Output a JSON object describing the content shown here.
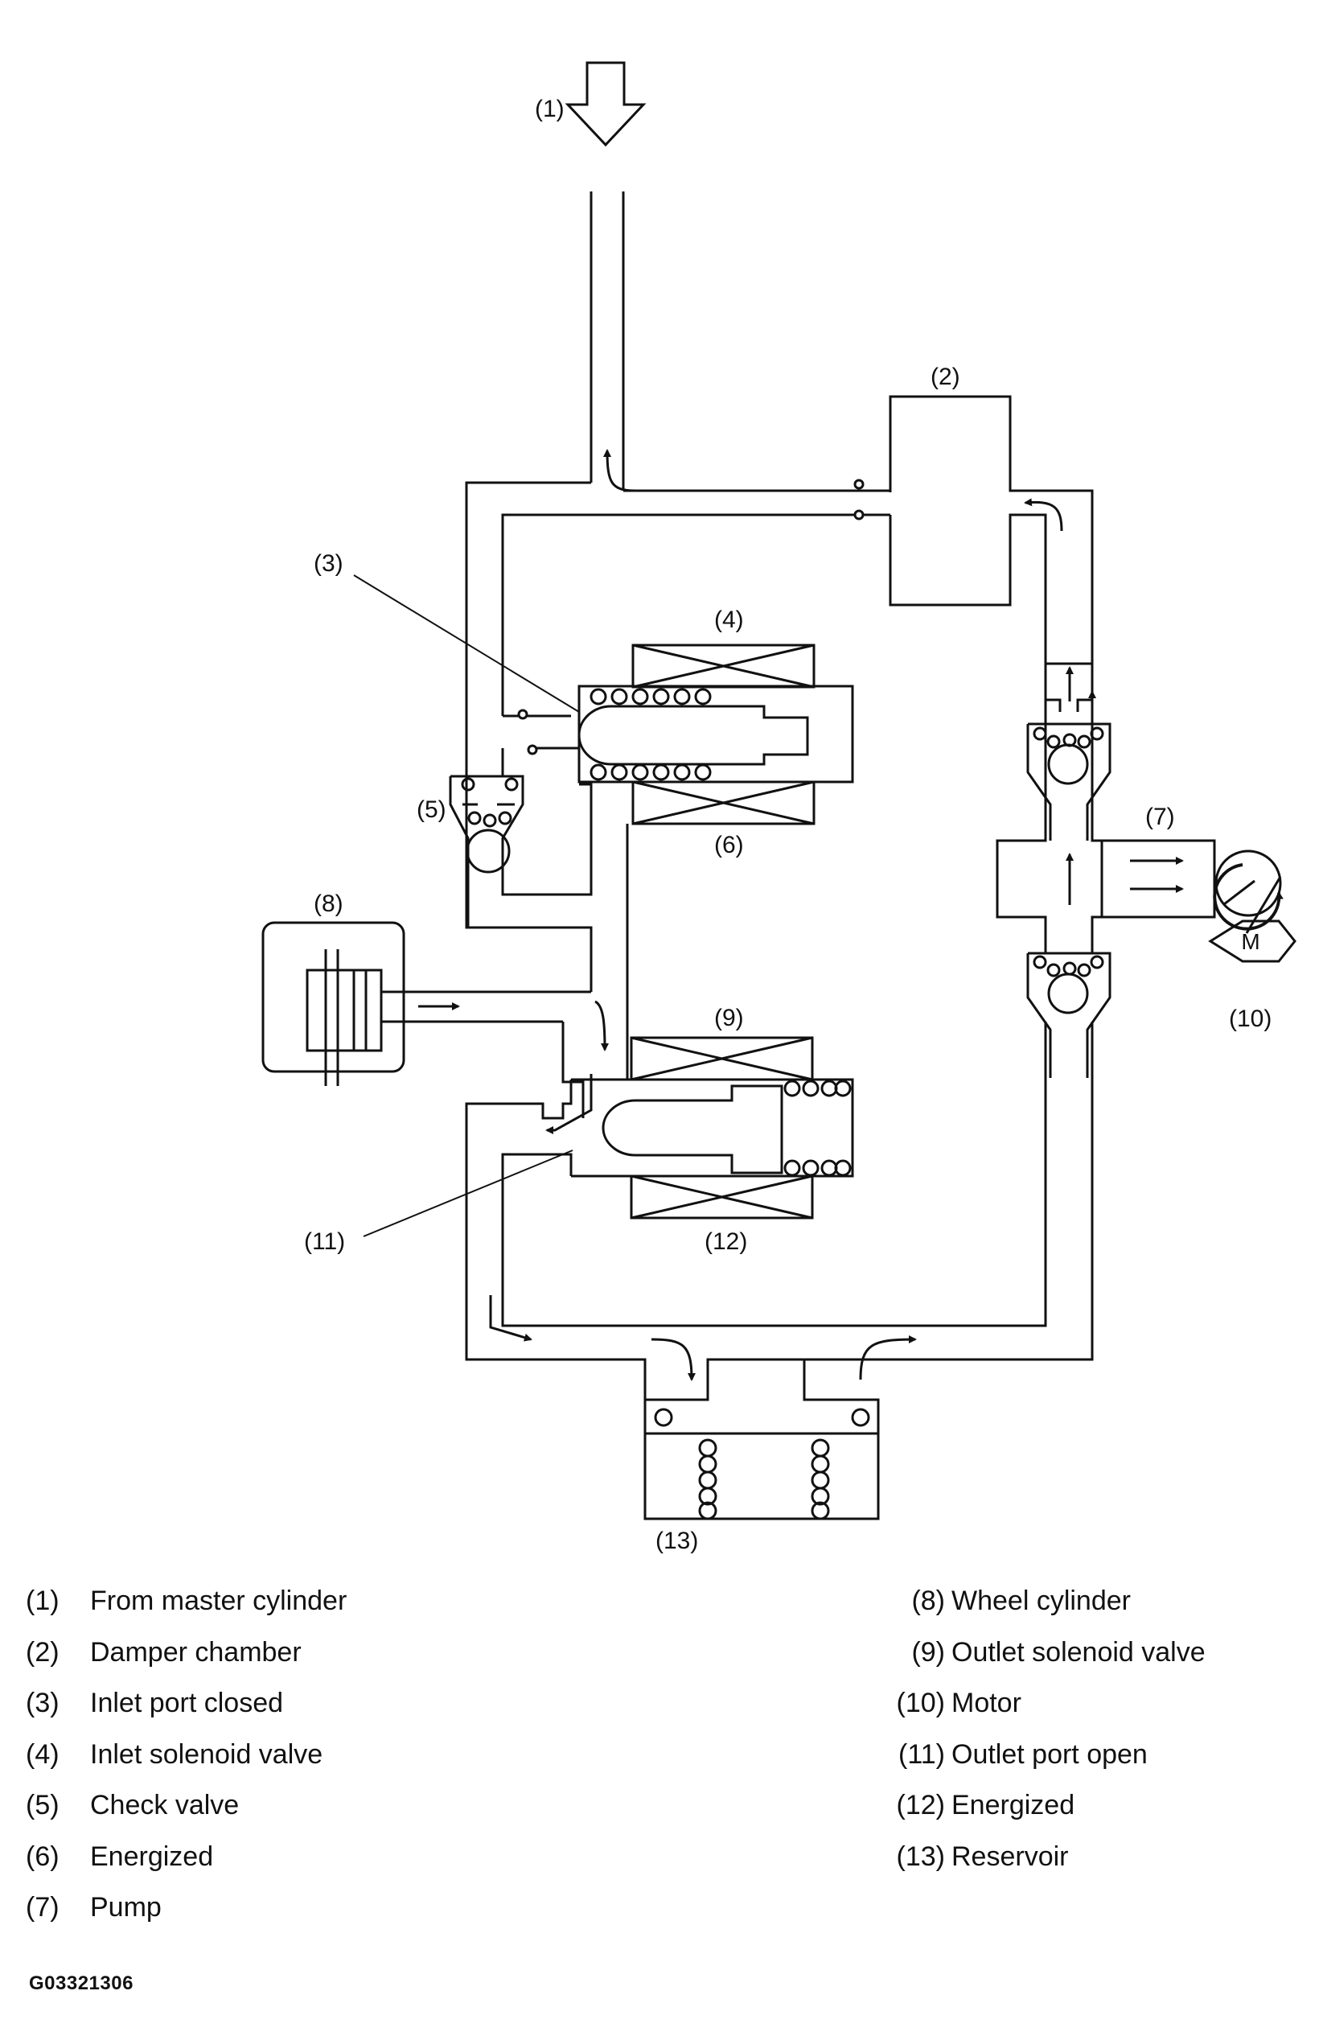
{
  "callouts": {
    "c1": "(1)",
    "c2": "(2)",
    "c3": "(3)",
    "c4": "(4)",
    "c5": "(5)",
    "c6": "(6)",
    "c7": "(7)",
    "c8": "(8)",
    "c9": "(9)",
    "c10": "(10)",
    "c11": "(11)",
    "c12": "(12)",
    "c13": "(13)",
    "motor_letter": "M"
  },
  "legend": {
    "left": [
      {
        "num": "(1)",
        "label": "From master cylinder"
      },
      {
        "num": "(2)",
        "label": "Damper chamber"
      },
      {
        "num": "(3)",
        "label": "Inlet port closed"
      },
      {
        "num": "(4)",
        "label": "Inlet solenoid valve"
      },
      {
        "num": "(5)",
        "label": "Check valve"
      },
      {
        "num": "(6)",
        "label": "Energized"
      },
      {
        "num": "(7)",
        "label": "Pump"
      }
    ],
    "right": [
      {
        "num": "(8)",
        "label": "Wheel cylinder"
      },
      {
        "num": "(9)",
        "label": "Outlet solenoid valve"
      },
      {
        "num": "(10)",
        "label": "Motor"
      },
      {
        "num": "(11)",
        "label": "Outlet port open"
      },
      {
        "num": "(12)",
        "label": "Energized"
      },
      {
        "num": "(13)",
        "label": "Reservoir"
      }
    ]
  },
  "figure_code": "G03321306"
}
